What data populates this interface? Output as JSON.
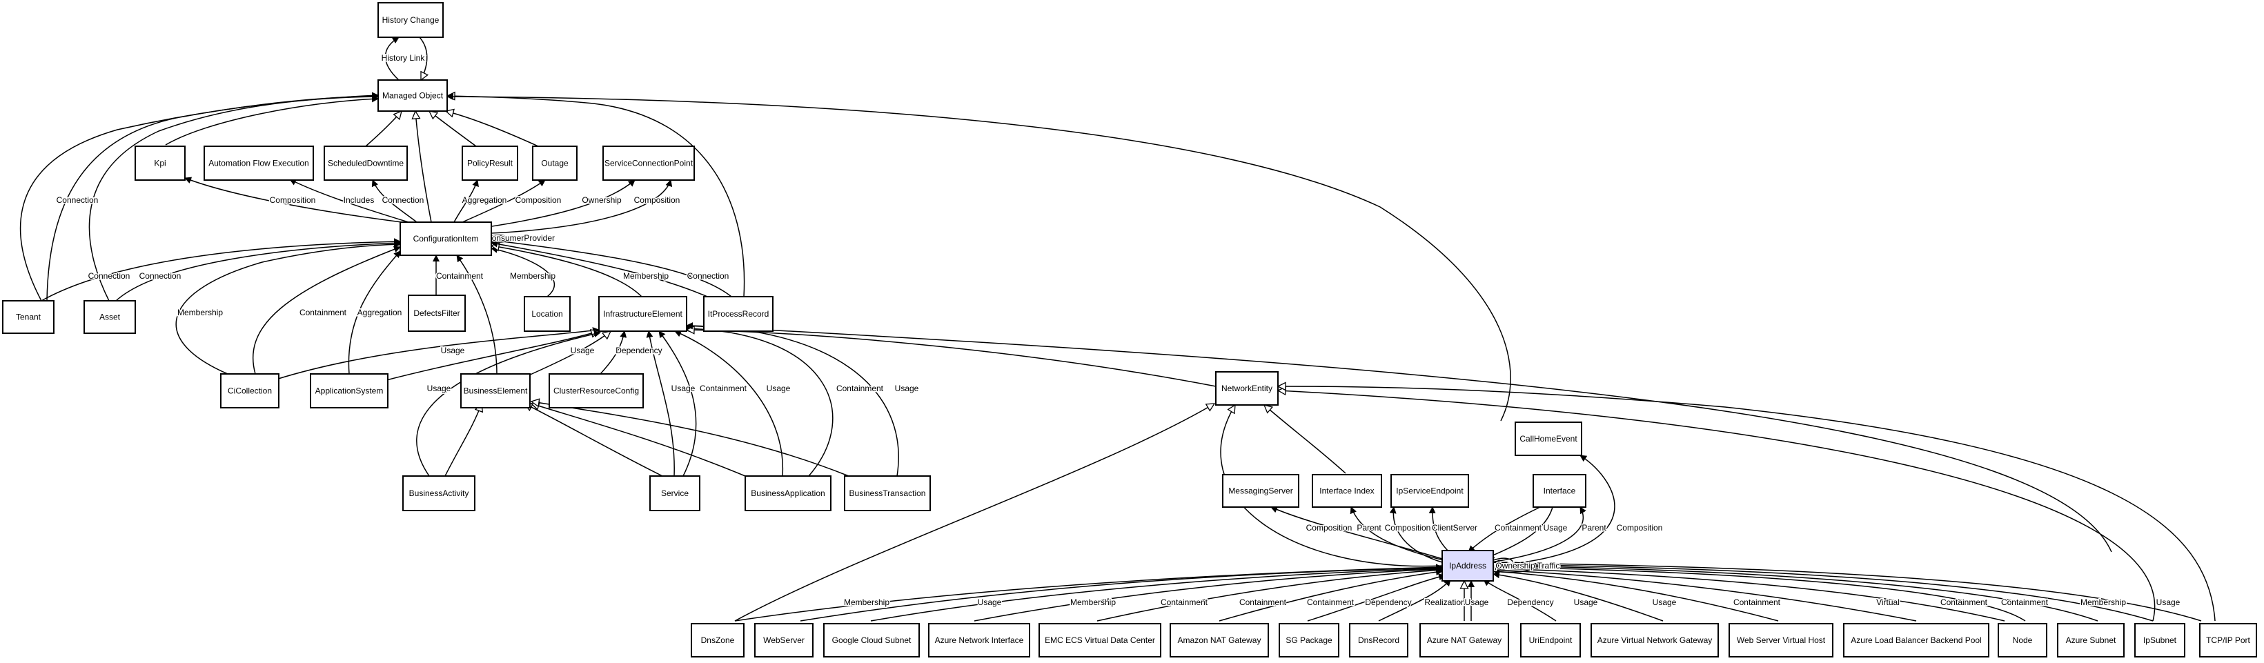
{
  "nodes": [
    {
      "id": "history_change",
      "label": "History Change"
    },
    {
      "id": "managed_object",
      "label": "Managed Object"
    },
    {
      "id": "kpi",
      "label": "Kpi"
    },
    {
      "id": "automation_flow_execution",
      "label": "Automation Flow Execution"
    },
    {
      "id": "scheduled_downtime",
      "label": "ScheduledDowntime"
    },
    {
      "id": "policy_result",
      "label": "PolicyResult"
    },
    {
      "id": "outage",
      "label": "Outage"
    },
    {
      "id": "service_connection_point",
      "label": "ServiceConnectionPoint"
    },
    {
      "id": "configuration_item",
      "label": "ConfigurationItem"
    },
    {
      "id": "tenant",
      "label": "Tenant"
    },
    {
      "id": "asset",
      "label": "Asset"
    },
    {
      "id": "defects_filter",
      "label": "DefectsFilter"
    },
    {
      "id": "location",
      "label": "Location"
    },
    {
      "id": "infrastructure_element",
      "label": "InfrastructureElement"
    },
    {
      "id": "it_process_record",
      "label": "ItProcessRecord"
    },
    {
      "id": "ci_collection",
      "label": "CiCollection"
    },
    {
      "id": "application_system",
      "label": "ApplicationSystem"
    },
    {
      "id": "business_element",
      "label": "BusinessElement"
    },
    {
      "id": "cluster_resource_config",
      "label": "ClusterResourceConfig"
    },
    {
      "id": "network_entity",
      "label": "NetworkEntity"
    },
    {
      "id": "call_home_event",
      "label": "CallHomeEvent"
    },
    {
      "id": "business_activity",
      "label": "BusinessActivity"
    },
    {
      "id": "service",
      "label": "Service"
    },
    {
      "id": "business_application",
      "label": "BusinessApplication"
    },
    {
      "id": "business_transaction",
      "label": "BusinessTransaction"
    },
    {
      "id": "messaging_server",
      "label": "MessagingServer"
    },
    {
      "id": "interface_index",
      "label": "Interface Index"
    },
    {
      "id": "ip_service_endpoint",
      "label": "IpServiceEndpoint"
    },
    {
      "id": "interface",
      "label": "Interface"
    },
    {
      "id": "ip_address",
      "label": "IpAddress",
      "highlight": true
    },
    {
      "id": "dns_zone",
      "label": "DnsZone"
    },
    {
      "id": "web_server",
      "label": "WebServer"
    },
    {
      "id": "google_cloud_subnet",
      "label": "Google Cloud Subnet"
    },
    {
      "id": "azure_network_interface",
      "label": "Azure Network Interface"
    },
    {
      "id": "emc_ecs_vdc",
      "label": "EMC ECS Virtual Data Center"
    },
    {
      "id": "amazon_nat_gateway",
      "label": "Amazon NAT Gateway"
    },
    {
      "id": "sg_package",
      "label": "SG Package"
    },
    {
      "id": "dns_record",
      "label": "DnsRecord"
    },
    {
      "id": "azure_nat_gateway",
      "label": "Azure NAT Gateway"
    },
    {
      "id": "uri_endpoint",
      "label": "UriEndpoint"
    },
    {
      "id": "azure_vng",
      "label": "Azure Virtual Network Gateway"
    },
    {
      "id": "web_server_virtual_host",
      "label": "Web Server Virtual Host"
    },
    {
      "id": "azure_lb_backend_pool",
      "label": "Azure Load Balancer Backend Pool"
    },
    {
      "id": "node",
      "label": "Node"
    },
    {
      "id": "azure_subnet",
      "label": "Azure Subnet"
    },
    {
      "id": "ip_subnet",
      "label": "IpSubnet"
    },
    {
      "id": "tcpip_port",
      "label": "TCP/IP Port"
    }
  ],
  "edges": [
    {
      "id": "e1",
      "label": "History Link"
    },
    {
      "id": "e2",
      "label": ""
    },
    {
      "id": "e3",
      "label": "Connection"
    },
    {
      "id": "e4",
      "label": ""
    },
    {
      "id": "e5",
      "label": ""
    },
    {
      "id": "e6",
      "label": ""
    },
    {
      "id": "e7",
      "label": ""
    },
    {
      "id": "e8",
      "label": ""
    },
    {
      "id": "e9",
      "label": ""
    },
    {
      "id": "e10",
      "label": ""
    },
    {
      "id": "e11",
      "label": "Composition"
    },
    {
      "id": "e12",
      "label": "Includes"
    },
    {
      "id": "e13",
      "label": "Connection"
    },
    {
      "id": "e14",
      "label": "Aggregation"
    },
    {
      "id": "e15",
      "label": "Composition"
    },
    {
      "id": "e16",
      "label": "Ownership"
    },
    {
      "id": "e17",
      "label": "Composition"
    },
    {
      "id": "e18",
      "label": "ConsumerProvider"
    },
    {
      "id": "e19",
      "label": "Connection"
    },
    {
      "id": "e20",
      "label": "Connection"
    },
    {
      "id": "e21",
      "label": "Membership"
    },
    {
      "id": "e22",
      "label": "Containment"
    },
    {
      "id": "e23",
      "label": "Aggregation"
    },
    {
      "id": "e24",
      "label": "Containment"
    },
    {
      "id": "e25",
      "label": "Membership"
    },
    {
      "id": "e26",
      "label": ""
    },
    {
      "id": "e27",
      "label": "Membership"
    },
    {
      "id": "e28",
      "label": "Connection"
    },
    {
      "id": "e29",
      "label": ""
    },
    {
      "id": "e30",
      "label": "Usage"
    },
    {
      "id": "e31",
      "label": ""
    },
    {
      "id": "e32",
      "label": "Usage"
    },
    {
      "id": "e33",
      "label": "Dependency"
    },
    {
      "id": "e34",
      "label": ""
    },
    {
      "id": "e35",
      "label": "Usage"
    },
    {
      "id": "e36",
      "label": "Usage"
    },
    {
      "id": "e37",
      "label": "Containment"
    },
    {
      "id": "e38",
      "label": "Usage"
    },
    {
      "id": "e39",
      "label": "Containment"
    },
    {
      "id": "e40",
      "label": "Usage"
    },
    {
      "id": "e41",
      "label": ""
    },
    {
      "id": "e42",
      "label": ""
    },
    {
      "id": "e43",
      "label": ""
    },
    {
      "id": "e44",
      "label": ""
    },
    {
      "id": "e45",
      "label": ""
    },
    {
      "id": "e46",
      "label": ""
    },
    {
      "id": "e47",
      "label": ""
    },
    {
      "id": "e48",
      "label": ""
    },
    {
      "id": "e49",
      "label": "Composition"
    },
    {
      "id": "e50",
      "label": "Parent"
    },
    {
      "id": "e51",
      "label": "Composition"
    },
    {
      "id": "e52",
      "label": "ClientServer"
    },
    {
      "id": "e53",
      "label": "Containment"
    },
    {
      "id": "e54",
      "label": "Usage"
    },
    {
      "id": "e55",
      "label": "Parent"
    },
    {
      "id": "e56",
      "label": "Composition"
    },
    {
      "id": "e57",
      "label": "Composition"
    },
    {
      "id": "e58",
      "label": "Ownership"
    },
    {
      "id": "e59",
      "label": "Traffic"
    },
    {
      "id": "e60",
      "label": "Membership"
    },
    {
      "id": "e61",
      "label": "Usage"
    },
    {
      "id": "e62",
      "label": "Membership"
    },
    {
      "id": "e63",
      "label": "Containment"
    },
    {
      "id": "e64",
      "label": "Containment"
    },
    {
      "id": "e65",
      "label": "Containment"
    },
    {
      "id": "e66",
      "label": "Dependency"
    },
    {
      "id": "e67",
      "label": "Realization"
    },
    {
      "id": "e68",
      "label": "Usage"
    },
    {
      "id": "e69",
      "label": "Dependency"
    },
    {
      "id": "e70",
      "label": "Usage"
    },
    {
      "id": "e71",
      "label": "Usage"
    },
    {
      "id": "e72",
      "label": "Containment"
    },
    {
      "id": "e73",
      "label": "Virtual"
    },
    {
      "id": "e74",
      "label": "Containment"
    },
    {
      "id": "e75",
      "label": "Containment"
    },
    {
      "id": "e76",
      "label": "Membership"
    },
    {
      "id": "e77",
      "label": "Usage"
    },
    {
      "id": "e78",
      "label": ""
    },
    {
      "id": "e79",
      "label": ""
    }
  ]
}
